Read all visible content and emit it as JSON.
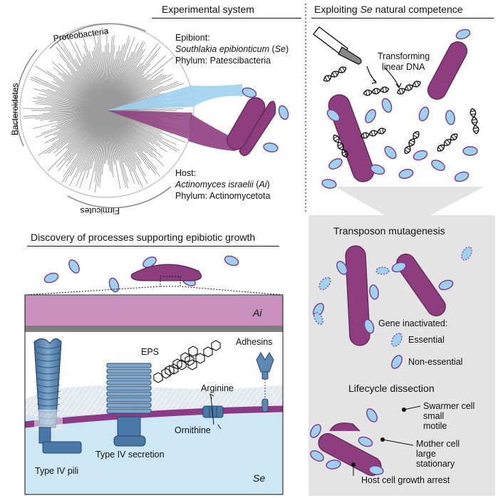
{
  "panels": {
    "experimental_system": {
      "heading": "Experimental system",
      "tree_labels": {
        "proteobacteria": "Proteobacteria",
        "bacteroidetes": "Bacteroidetes",
        "firmicutes": "Firmicutes"
      },
      "epibiont": {
        "heading": "Epibiont:",
        "species": "Southlakia epibionticum",
        "abbr_open": " (",
        "abbr": "Se",
        "abbr_close": ")",
        "phylum": "Phylum: Patescibacteria"
      },
      "host": {
        "heading": "Host:",
        "species": "Actinomyces israelii",
        "abbr_open": " (",
        "abbr": "Ai",
        "abbr_close": ")",
        "phylum": "Phylum: Actinomycetota"
      }
    },
    "competence": {
      "heading_pre": "Exploiting ",
      "heading_italic": "Se",
      "heading_post": " natural competence",
      "dna_label_line1": "Transforming",
      "dna_label_line2": "linear DNA"
    },
    "discovery": {
      "heading": "Discovery of processes supporting epibiotic growth",
      "host_label": "Ai",
      "epibiont_label": "Se",
      "eps": "EPS",
      "adhesins": "Adhesins",
      "arginine": "Arginine",
      "ornithine": "Ornithine",
      "pili": "Type IV pili",
      "secretion": "Type IV secretion"
    },
    "transposon": {
      "heading": "Transposon mutagenesis",
      "legend_title": "Gene inactivated:",
      "essential": "Essential",
      "non_essential": "Non-essential"
    },
    "lifecycle": {
      "heading": "Lifecycle dissection",
      "swarmer_1": "Swarmer cell",
      "swarmer_2": "small",
      "swarmer_3": "motile",
      "mother_1": "Mother cell",
      "mother_2": "large",
      "mother_3": "stationary",
      "arrest": "Host cell growth arrest"
    }
  },
  "colors": {
    "host_purple": "#8e3d7f",
    "epibiont_blue": "#9fd0ee",
    "panel_gray": "#e4e4e4",
    "inset_blue": "#cde7f5",
    "membrane_purple": "#8a3a86",
    "wall_pink": "#c98fbd"
  }
}
